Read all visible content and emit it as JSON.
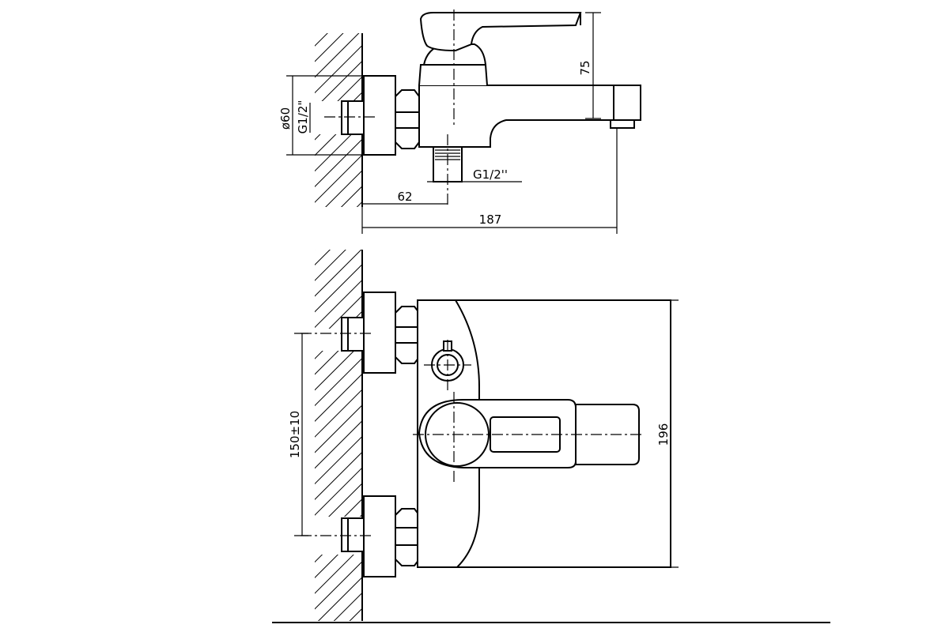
{
  "drawing": {
    "top_view": {
      "dim_height": "75",
      "dim_diameter": "ø60",
      "dim_wall_thread": "G1/2\"",
      "dim_outlet_thread": "G1/2''",
      "dim_offset": "62",
      "dim_length": "187"
    },
    "front_view": {
      "dim_spacing": "150±10",
      "dim_width": "196"
    }
  }
}
